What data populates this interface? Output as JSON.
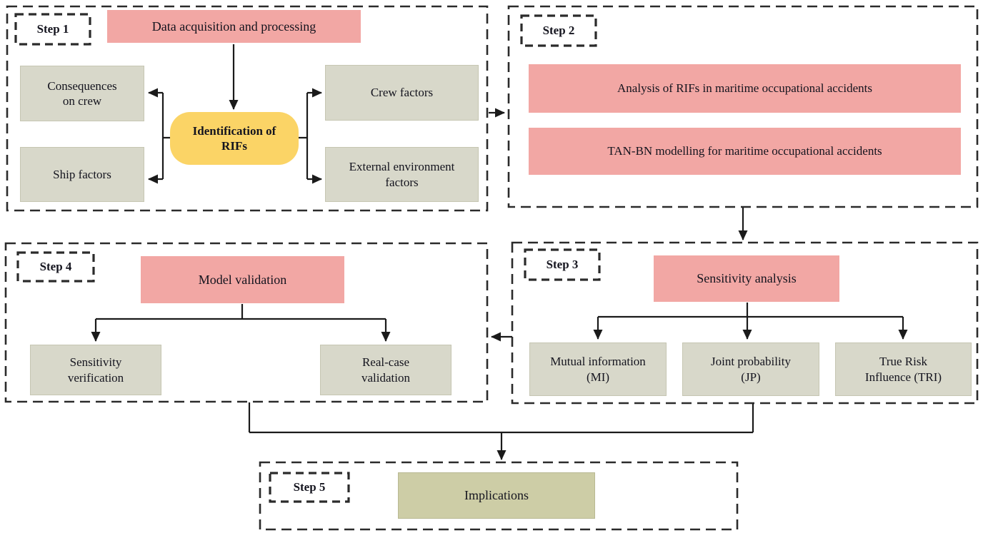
{
  "diagram": {
    "steps": {
      "step1": {
        "label": "Step 1",
        "header": "Data acquisition and processing",
        "center": "Identification of RIFs",
        "left_boxes": [
          "Consequences on crew",
          "Ship factors"
        ],
        "right_boxes": [
          "Crew factors",
          "External environment factors"
        ]
      },
      "step2": {
        "label": "Step 2",
        "boxes": [
          "Analysis of RIFs in maritime occupational accidents",
          "TAN-BN modelling for maritime occupational accidents"
        ]
      },
      "step3": {
        "label": "Step 3",
        "header": "Sensitivity analysis",
        "boxes": [
          "Mutual information (MI)",
          "Joint probability (JP)",
          "True Risk Influence (TRI)"
        ]
      },
      "step4": {
        "label": "Step 4",
        "header": "Model validation",
        "boxes": [
          "Sensitivity verification",
          "Real-case validation"
        ]
      },
      "step5": {
        "label": "Step 5",
        "box": "Implications"
      }
    },
    "flow": [
      "step1 -> step2",
      "step2 -> step3",
      "step3 -> step4",
      "step3 -> step5",
      "step4 -> step5",
      "data-acquisition -> identification-of-RIFs",
      "identification-of-RIFs -> consequences-on-crew",
      "identification-of-RIFs -> ship-factors",
      "identification-of-RIFs -> crew-factors",
      "identification-of-RIFs -> external-environment-factors",
      "sensitivity-analysis -> MI",
      "sensitivity-analysis -> JP",
      "sensitivity-analysis -> TRI",
      "model-validation -> sensitivity-verification",
      "model-validation -> real-case-validation"
    ],
    "colors": {
      "pink": "#F2A7A4",
      "yellow": "#FBD466",
      "gray": "#D8D8CA",
      "olive": "#CDCDA6",
      "line": "#1a1a1a",
      "border": "#2b2b2b"
    }
  }
}
